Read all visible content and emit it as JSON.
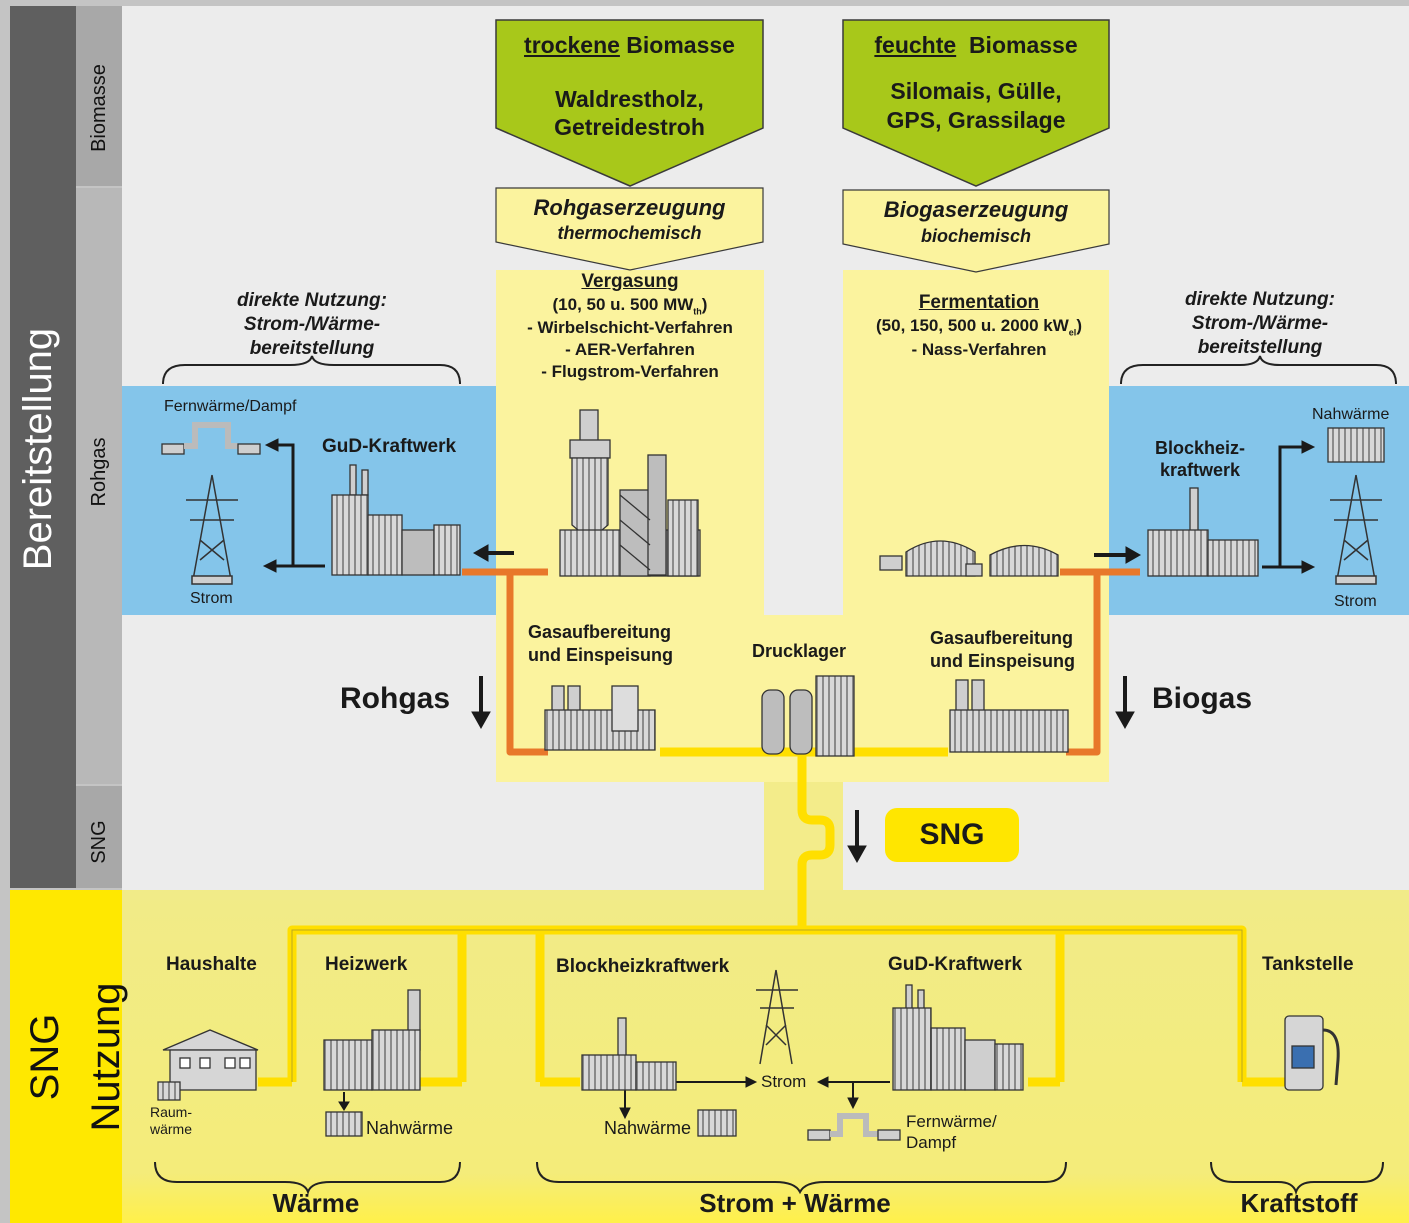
{
  "sidebar": {
    "bereitstellung": "Bereitstellung",
    "sng_nutzung_1": "SNG",
    "sng_nutzung_2": "Nutzung",
    "stage_biomasse": "Biomasse",
    "stage_rohgas": "Rohgas",
    "stage_sng": "SNG"
  },
  "dry_biomass": {
    "heading_underlined": "trockene",
    "heading_rest": " Biomasse",
    "line1": "Waldrestholz,",
    "line2": "Getreidestroh"
  },
  "wet_biomass": {
    "heading_underlined": "feuchte",
    "heading_rest": "  Biomasse",
    "line1": "Silomais, Gülle,",
    "line2": "GPS, Grassilage"
  },
  "rohgas_production": {
    "title": "Rohgaserzeugung",
    "subtitle": "thermochemisch"
  },
  "biogas_production": {
    "title": "Biogaserzeugung",
    "subtitle": "biochemisch"
  },
  "vergasung": {
    "title": "Vergasung",
    "capacity_prefix": "(10, 50 u. 500 MW",
    "capacity_sub": "th",
    "capacity_suffix": ")",
    "items": [
      "- Wirbelschicht-Verfahren",
      "- AER-Verfahren",
      "- Flugstrom-Verfahren"
    ]
  },
  "fermentation": {
    "title": "Fermentation",
    "capacity_prefix": "(50, 150, 500 u. 2000 kW",
    "capacity_sub": "el",
    "capacity_suffix": ")",
    "items": [
      "- Nass-Verfahren"
    ]
  },
  "direct_use_left": {
    "line1": "direkte Nutzung:",
    "line2": "Strom-/Wärme-",
    "line3": "bereitstellung"
  },
  "direct_use_right": {
    "line1": "direkte Nutzung:",
    "line2": "Strom-/Wärme-",
    "line3": "bereitstellung"
  },
  "left_panel": {
    "fernwaerme": "Fernwärme/Dampf",
    "gud": "GuD-Kraftwerk",
    "strom": "Strom"
  },
  "right_panel": {
    "nahwaerme": "Nahwärme",
    "bhkw_1": "Blockheiz-",
    "bhkw_2": "kraftwerk",
    "strom": "Strom"
  },
  "middle": {
    "gas_left_1": "Gasaufbereitung",
    "gas_left_2": "und Einspeisung",
    "drucklager": "Drucklager",
    "gas_right_1": "Gasaufbereitung",
    "gas_right_2": "und Einspeisung",
    "rohgas": "Rohgas",
    "biogas": "Biogas",
    "sng": "SNG"
  },
  "usage": {
    "haushalte": "Haushalte",
    "heizwerk": "Heizwerk",
    "bhkw": "Blockheizkraftwerk",
    "gud": "GuD-Kraftwerk",
    "tankstelle": "Tankstelle",
    "raumwaerme_1": "Raum-",
    "raumwaerme_2": "wärme",
    "nahwaerme_1": "Nahwärme",
    "nahwaerme_2": "Nahwärme",
    "strom": "Strom",
    "fernwaerme_1": "Fernwärme/",
    "fernwaerme_2": "Dampf",
    "cat_waerme": "Wärme",
    "cat_strom_waerme": "Strom + Wärme",
    "cat_kraftstoff": "Kraftstoff"
  },
  "colors": {
    "green": "#a8c81a",
    "light_yellow": "#fbf39e",
    "yellow_band": "#f3ec8a",
    "sng_yellow": "#ffe600",
    "blue": "#84c5ea",
    "pipe_yellow": "#ffdf00",
    "pipe_orange": "#e8782a",
    "sidebar_dark": "#5f5f5f",
    "sidebar_mid": "#a5a5a5",
    "background": "#ececec"
  }
}
